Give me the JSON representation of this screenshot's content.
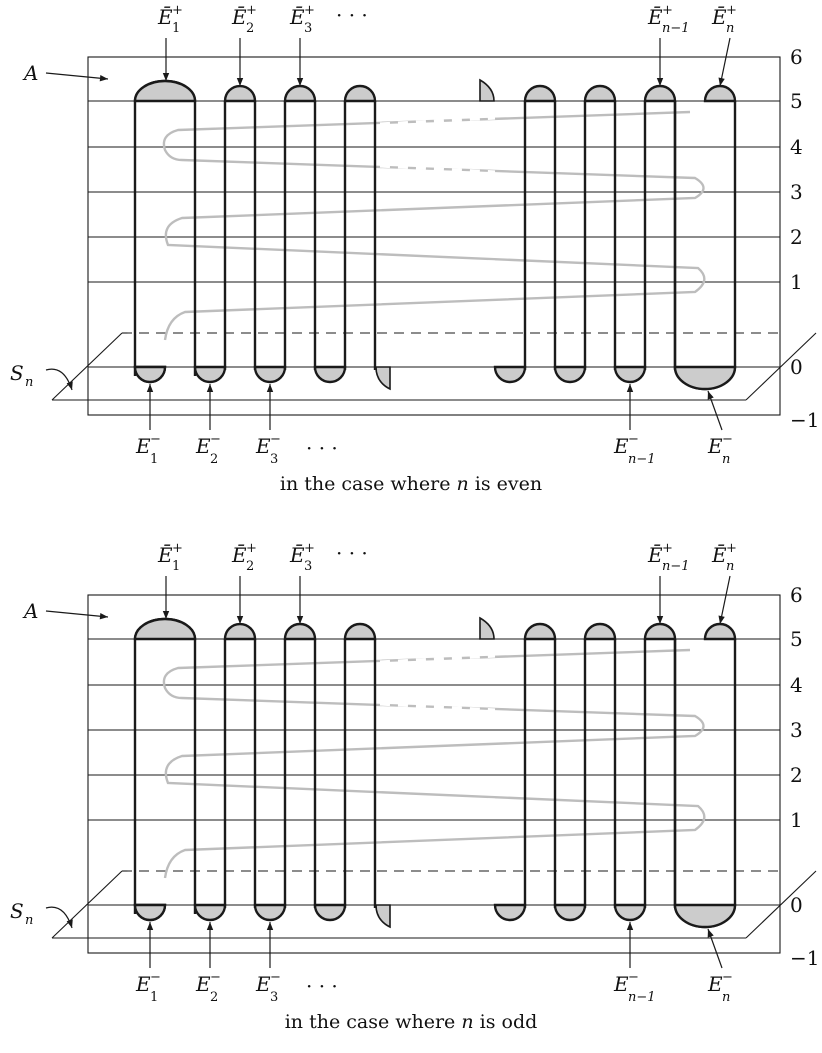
{
  "panels": [
    {
      "caption": "in the case where n is even",
      "caption_pre": "in the case where ",
      "caption_var": "n",
      "caption_post": " is even"
    },
    {
      "caption": "in the case where n is odd",
      "caption_pre": "in the case where ",
      "caption_var": "n",
      "caption_post": " is odd"
    }
  ],
  "labels": {
    "region_A": "A",
    "surface_S": "S",
    "surface_S_sub": "n",
    "top_base": "Ē",
    "top_sup": "+",
    "bottom_base": "E",
    "bottom_sup": "−",
    "top_subs": [
      "1",
      "2",
      "3",
      "n−1",
      "n"
    ],
    "bottom_subs": [
      "1",
      "2",
      "3",
      "n−1",
      "n"
    ],
    "ellipsis": "· · ·"
  },
  "level_labels": [
    "6",
    "5",
    "4",
    "3",
    "2",
    "1",
    "0",
    "−1"
  ],
  "colors": {
    "line": "#1a1a1a",
    "fill": "#cccccc",
    "path": "#bdbdbd"
  }
}
